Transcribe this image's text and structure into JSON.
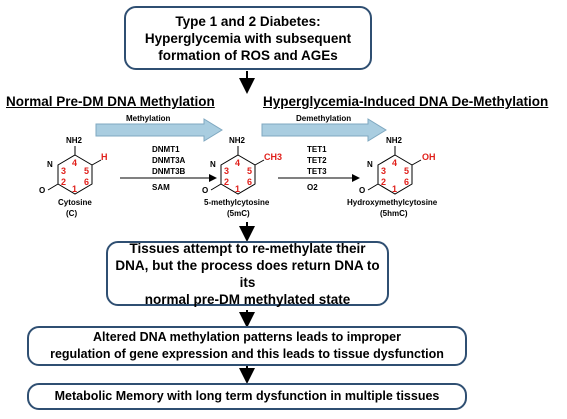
{
  "boxes": {
    "top": [
      "Type 1 and 2 Diabetes:",
      "Hyperglycemia with subsequent",
      "formation of ROS and AGEs"
    ],
    "tissues": [
      "Tissues attempt to re-methylate their",
      "DNA, but the process does return DNA to its",
      "normal pre-DM methylated state"
    ],
    "altered": [
      "Altered DNA methylation patterns leads to improper",
      "regulation of gene expression and this leads to tissue dysfunction"
    ],
    "memory": "Metabolic Memory with long term dysfunction in multiple tissues"
  },
  "headings": {
    "left": "Normal Pre-DM DNA Methylation",
    "right": "Hyperglycemia-Induced  DNA De-Methylation"
  },
  "process_arrows": {
    "methylation": "Methylation",
    "demethylation": "Demethylation"
  },
  "enzymes": {
    "dnmt": [
      "DNMT1",
      "DNMT3A",
      "DNMT3B"
    ],
    "sam": "SAM",
    "tet": [
      "TET1",
      "TET2",
      "TET3"
    ],
    "o2": "O2"
  },
  "molecules": {
    "cytosine": {
      "name": "Cytosine",
      "abbr": "(C)",
      "group": "H"
    },
    "mc": {
      "name": "5-methylcytosine",
      "abbr": "(5mC)",
      "group": "CH3"
    },
    "hmc": {
      "name": "Hydroxymethylcytosine",
      "abbr": "(5hmC)",
      "group": "OH"
    },
    "nh2": "NH2",
    "n": "N",
    "o": "O",
    "ring_numbers": [
      "4",
      "3",
      "5",
      "2",
      "6",
      "1"
    ]
  },
  "colors": {
    "box_border": "#2f4f72",
    "arrow_fill": "#a9cde0",
    "red": "#e0201b"
  }
}
